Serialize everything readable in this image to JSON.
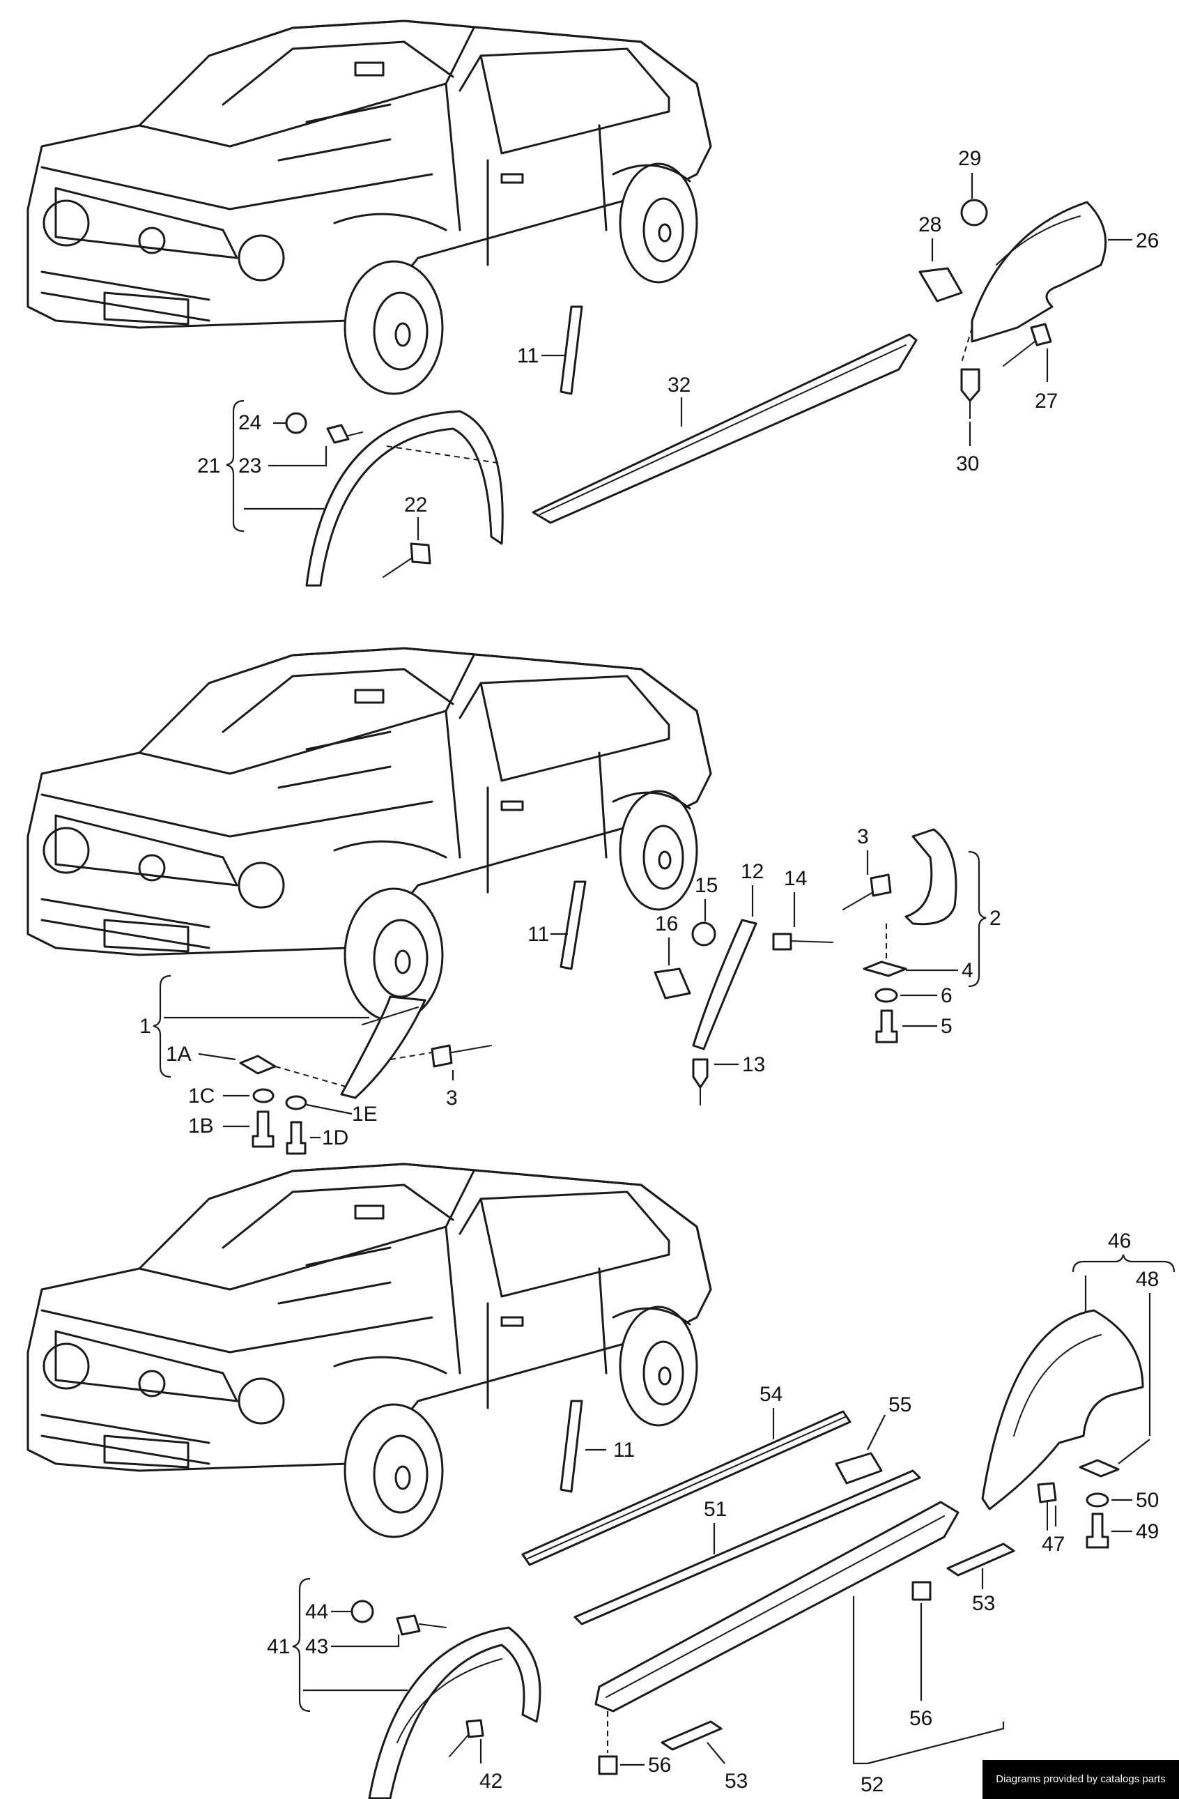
{
  "callouts": {
    "n1": "1",
    "n1A": "1A",
    "n1B": "1B",
    "n1C": "1C",
    "n1D": "1D",
    "n1E": "1E",
    "n2": "2",
    "n3a": "3",
    "n3b": "3",
    "n4": "4",
    "n5": "5",
    "n6": "6",
    "n11a": "11",
    "n11b": "11",
    "n11c": "11",
    "n12": "12",
    "n13": "13",
    "n14": "14",
    "n15": "15",
    "n16": "16",
    "n21": "21",
    "n22": "22",
    "n23": "23",
    "n24": "24",
    "n26": "26",
    "n27": "27",
    "n28": "28",
    "n29": "29",
    "n30": "30",
    "n32": "32",
    "n41": "41",
    "n42": "42",
    "n43": "43",
    "n44": "44",
    "n46": "46",
    "n47": "47",
    "n48": "48",
    "n49": "49",
    "n50": "50",
    "n51": "51",
    "n52": "52",
    "n53a": "53",
    "n53b": "53",
    "n54": "54",
    "n55": "55",
    "n56a": "56",
    "n56b": "56"
  },
  "credit": "Diagrams provided by catalogs parts"
}
